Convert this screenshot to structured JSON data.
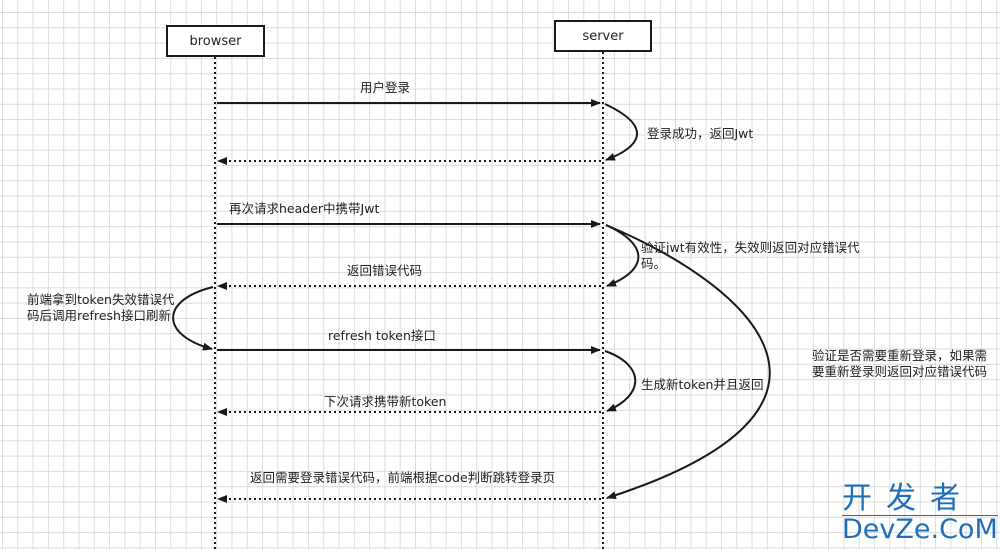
{
  "actors": {
    "browser": "browser",
    "server": "server"
  },
  "messages": [
    {
      "id": "m1",
      "label": "用户登录",
      "from": "browser",
      "to": "server",
      "style": "solid"
    },
    {
      "id": "m2",
      "label": "登录成功，返回Jwt",
      "from": "server",
      "to": "server",
      "style": "self"
    },
    {
      "id": "m3",
      "label": "",
      "from": "server",
      "to": "browser",
      "style": "dotted"
    },
    {
      "id": "m4",
      "label": "再次请求header中携带Jwt",
      "from": "browser",
      "to": "server",
      "style": "solid"
    },
    {
      "id": "m5",
      "label": "验证jwt有效性，失效则返回对应错误代码。",
      "from": "server",
      "to": "server",
      "style": "self"
    },
    {
      "id": "m6",
      "label": "返回错误代码",
      "from": "server",
      "to": "browser",
      "style": "dotted"
    },
    {
      "id": "m7",
      "label": "前端拿到token失效错误代码后调用refresh接口刷新",
      "from": "browser",
      "to": "browser",
      "style": "self"
    },
    {
      "id": "m8",
      "label": "refresh token接口",
      "from": "browser",
      "to": "server",
      "style": "solid"
    },
    {
      "id": "m9",
      "label": "生成新token并且返回",
      "from": "server",
      "to": "server",
      "style": "self"
    },
    {
      "id": "m10",
      "label": "下次请求携带新token",
      "from": "server",
      "to": "browser",
      "style": "dotted"
    },
    {
      "id": "m11",
      "label": "验证是否需要重新登录，如果需要重新登录则返回对应错误代码",
      "from": "server",
      "to": "server",
      "style": "self"
    },
    {
      "id": "m12",
      "label": "返回需要登录错误代码，前端根据code判断跳转登录页",
      "from": "server",
      "to": "browser",
      "style": "dotted"
    }
  ],
  "watermark": {
    "cn": "开发者",
    "en": "DevZe.CoM",
    "color": "#1f6fb8"
  }
}
